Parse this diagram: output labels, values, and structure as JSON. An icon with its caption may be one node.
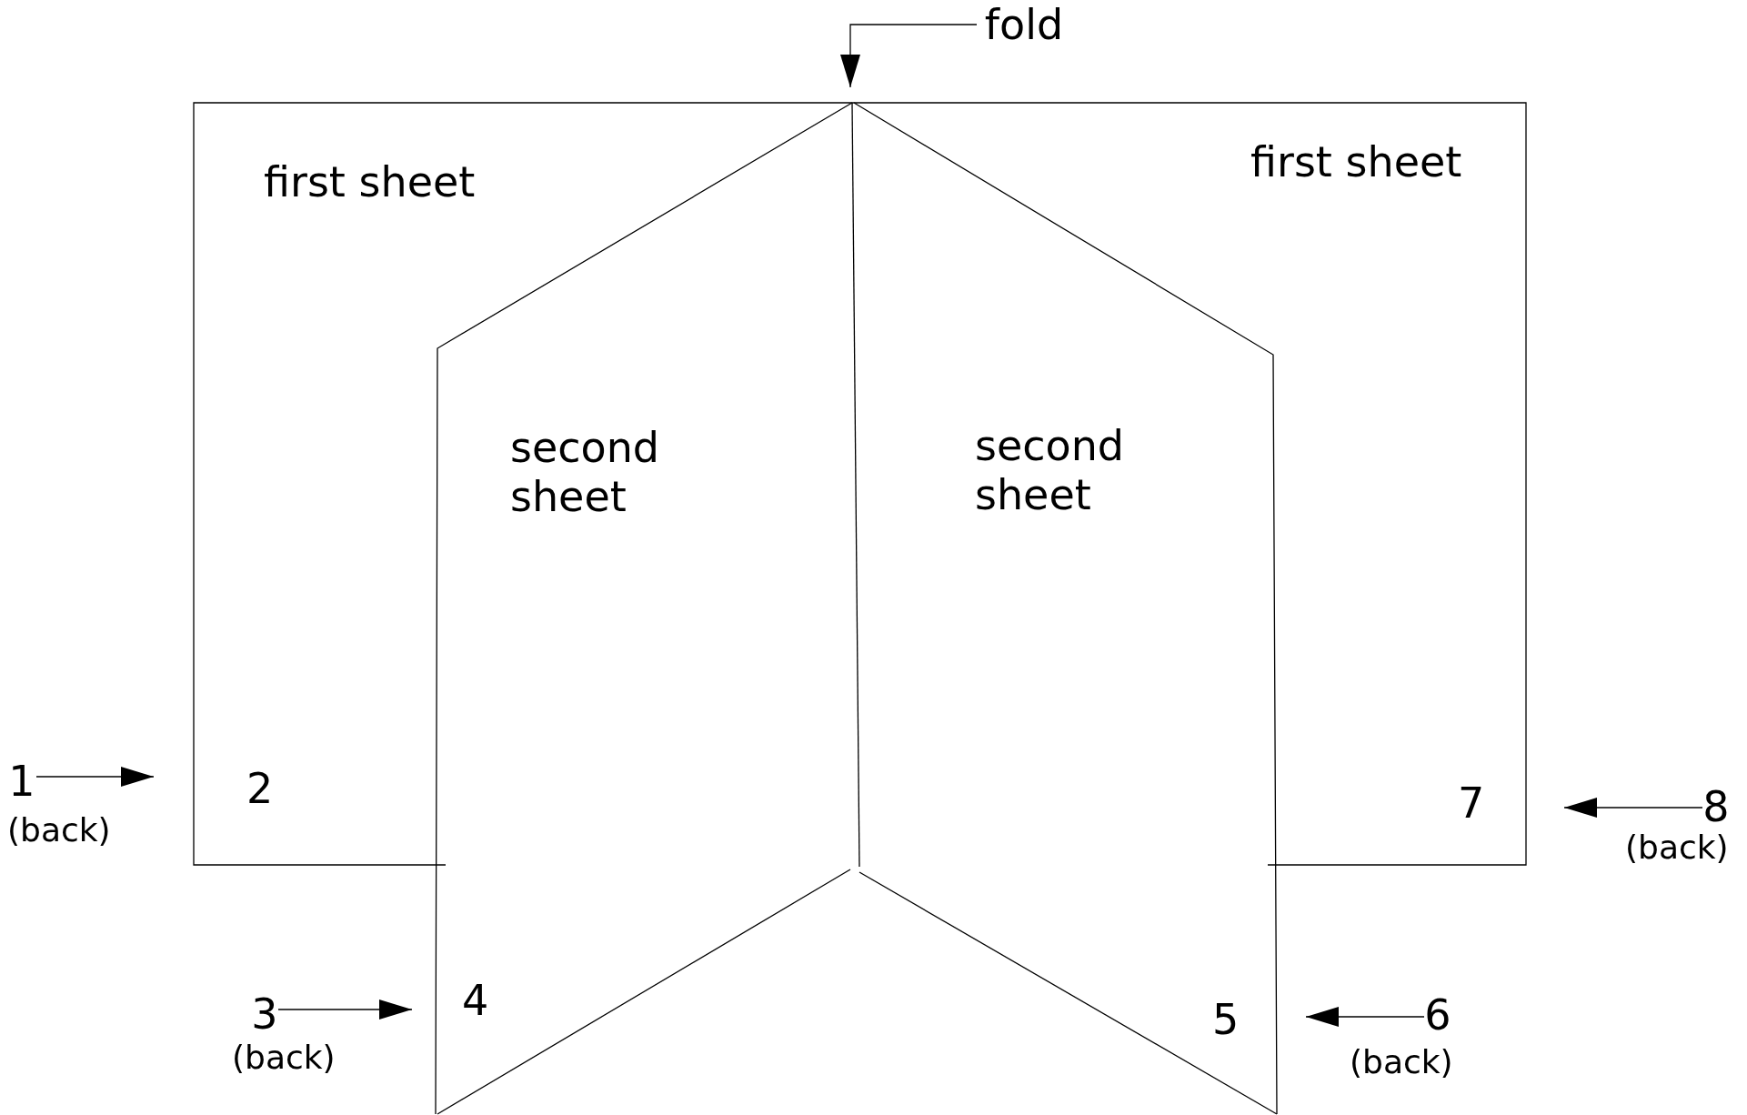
{
  "diagram": {
    "nodes": [
      {
        "text": [
          "fold"
        ]
      },
      {
        "text": [
          "1"
        ],
        "beside": [
          "(back)"
        ]
      },
      {
        "text": [
          "3"
        ],
        "beside": [
          "(back)"
        ]
      },
      {
        "text": [
          "6"
        ],
        "beside": [
          "(back)"
        ]
      },
      {
        "text": [
          "8"
        ],
        "beside": [
          "(back)"
        ]
      }
    ],
    "edges": [
      {
        "from": 0,
        "to": null,
        "arrow": "to"
      },
      {
        "from": 1,
        "to": null,
        "arrow": "to"
      },
      {
        "from": 2,
        "to": null,
        "arrow": "to"
      },
      {
        "from": 3,
        "to": null,
        "arrow": "to"
      },
      {
        "from": 4,
        "to": null,
        "arrow": "to"
      }
    ],
    "labels": [
      "first sheet",
      "first sheet",
      "second sheet",
      "second sheet",
      "2",
      "7",
      "4",
      "5"
    ]
  }
}
